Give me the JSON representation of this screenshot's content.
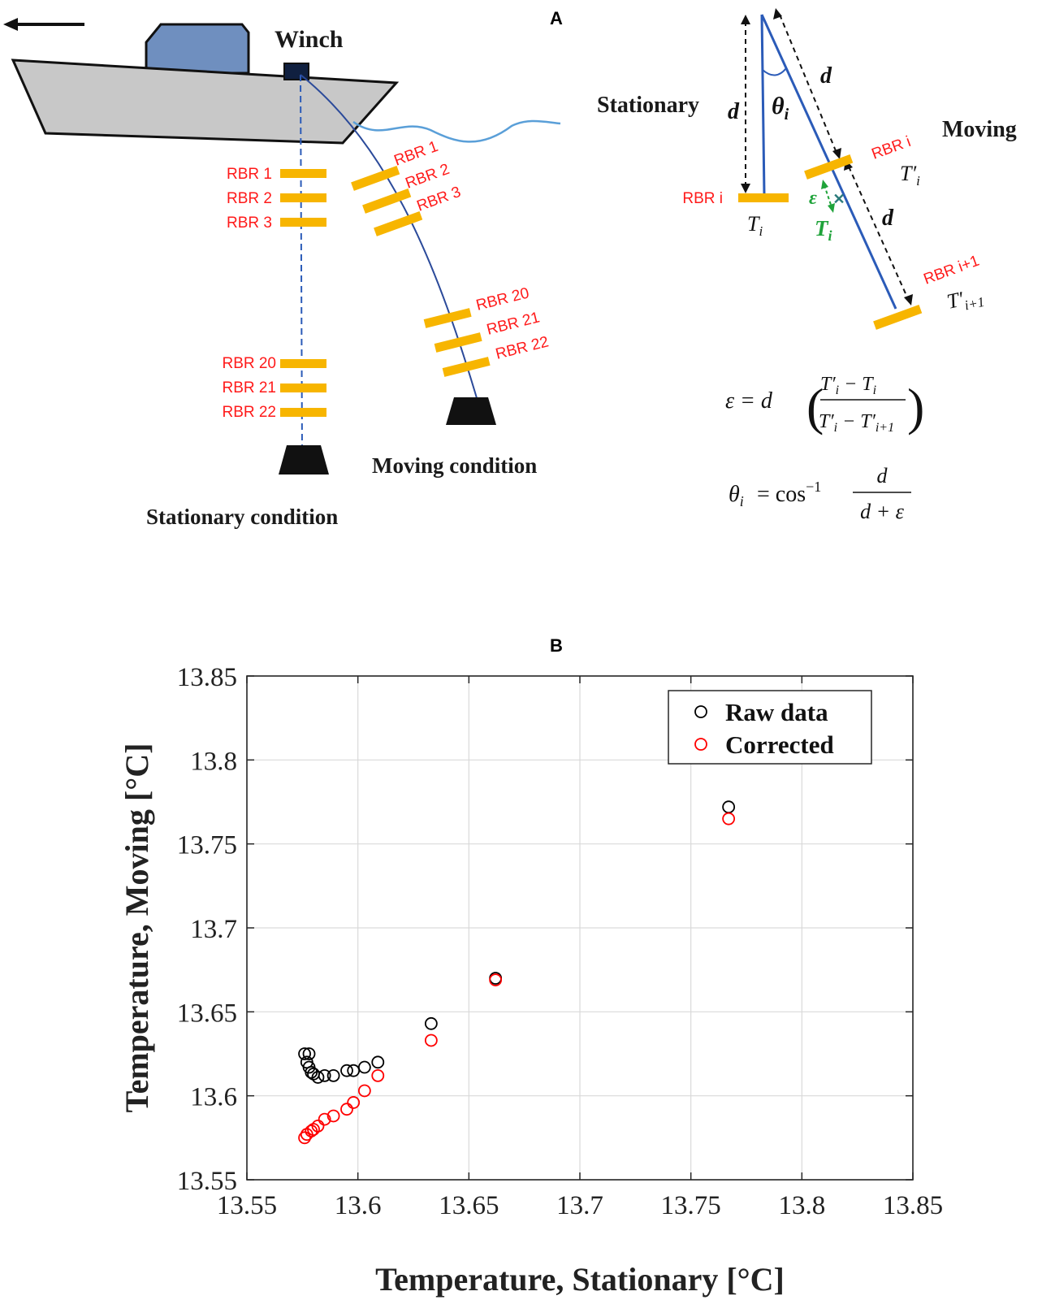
{
  "panel_a": {
    "label": "A",
    "winch_label": "Winch",
    "stationary_condition": "Stationary condition",
    "moving_condition": "Moving condition",
    "stationary_sensors": [
      "RBR 1",
      "RBR 2",
      "RBR 3",
      "RBR 20",
      "RBR 21",
      "RBR 22"
    ],
    "moving_sensors": [
      "RBR 1",
      "RBR 2",
      "RBR 3",
      "RBR 20",
      "RBR 21",
      "RBR 22"
    ],
    "schematic": {
      "stationary_label": "Stationary",
      "moving_label": "Moving",
      "d": "d",
      "theta": "θ",
      "theta_sub": "i",
      "rbr_i": "RBR i",
      "rbr_i1": "RBR i+1",
      "t_i": "T",
      "t_sub_i": "i",
      "t_prime_i": "T′",
      "t_sub_i1": "i+1",
      "epsilon": "ε",
      "eq1_lhs": "ε = d",
      "eq2_lhs": "θ",
      "eq2_mid": "= cos",
      "eq2_sup": "−1",
      "eq2_num": "d",
      "eq2_den": "d + ε"
    },
    "colors": {
      "boat_hull": "#c8c8c8",
      "cabin": "#6f8fbf",
      "sensor": "#f7b500",
      "cable": "#2b5bb8",
      "sensor_label": "#ff1a1a",
      "epsilon": "#1fa33a"
    }
  },
  "panel_b": {
    "label": "B",
    "chart_data": {
      "type": "scatter",
      "title": "",
      "xlabel": "Temperature, Stationary [°C]",
      "ylabel": "Temperature, Moving [°C]",
      "xlim": [
        13.55,
        13.85
      ],
      "ylim": [
        13.55,
        13.85
      ],
      "xticks": [
        "13.55",
        "13.6",
        "13.65",
        "13.7",
        "13.75",
        "13.8",
        "13.85"
      ],
      "yticks": [
        "13.55",
        "13.6",
        "13.65",
        "13.7",
        "13.75",
        "13.8",
        "13.85"
      ],
      "grid": true,
      "legend_position": "top-right",
      "series": [
        {
          "name": "Raw data",
          "color": "#000000",
          "marker": "open-circle",
          "x": [
            13.576,
            13.578,
            13.577,
            13.578,
            13.579,
            13.58,
            13.582,
            13.585,
            13.589,
            13.595,
            13.598,
            13.603,
            13.609,
            13.633,
            13.662,
            13.767
          ],
          "y": [
            13.625,
            13.625,
            13.62,
            13.617,
            13.614,
            13.613,
            13.611,
            13.612,
            13.612,
            13.615,
            13.615,
            13.617,
            13.62,
            13.643,
            13.67,
            13.772
          ]
        },
        {
          "name": "Corrected",
          "color": "#ff0000",
          "marker": "open-circle",
          "x": [
            13.576,
            13.577,
            13.579,
            13.58,
            13.582,
            13.585,
            13.589,
            13.595,
            13.598,
            13.603,
            13.609,
            13.633,
            13.662,
            13.767
          ],
          "y": [
            13.575,
            13.577,
            13.579,
            13.58,
            13.582,
            13.586,
            13.588,
            13.592,
            13.596,
            13.603,
            13.612,
            13.633,
            13.669,
            13.765
          ]
        }
      ]
    }
  }
}
